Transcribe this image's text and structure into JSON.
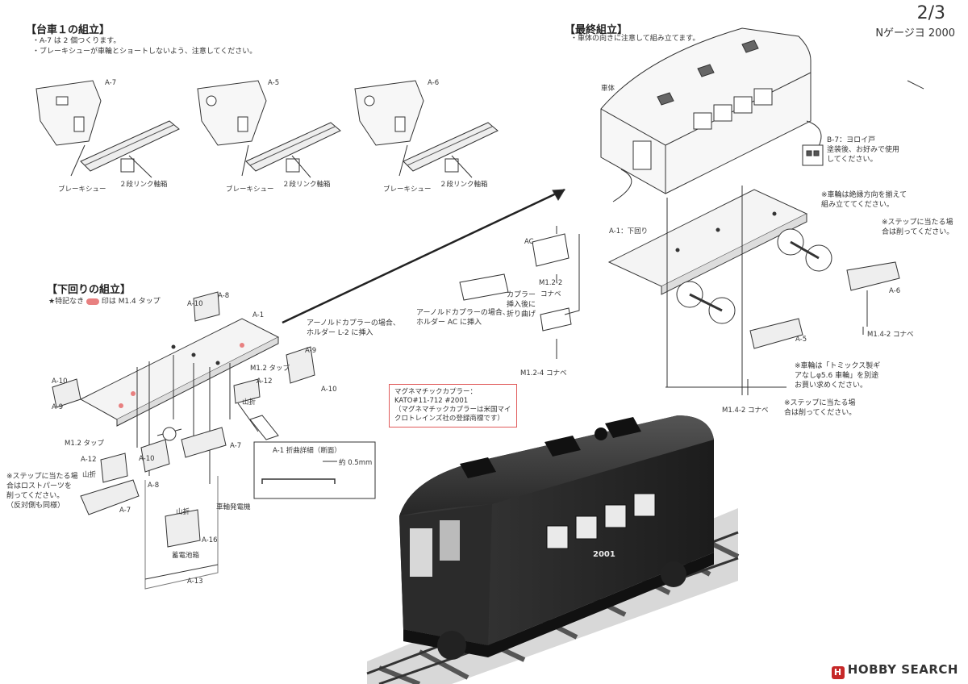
{
  "page": {
    "number": "2/3",
    "model": "Nゲージヨ 2000"
  },
  "bogie_section": {
    "title": "【台車１の組立】",
    "notes": [
      "・A-7 は 2 個つくります。",
      "・ブレーキシューが車輪とショートしないよう、注意してください。"
    ],
    "units": [
      {
        "part": "A-7",
        "brake_label": "ブレーキシュー",
        "axle_label": "２段リンク軸箱"
      },
      {
        "part": "A-5",
        "brake_label": "ブレーキシュー",
        "axle_label": "２段リンク軸箱"
      },
      {
        "part": "A-6",
        "brake_label": "ブレーキシュー",
        "axle_label": "２段リンク軸箱"
      }
    ]
  },
  "underframe_section": {
    "title": "【下回りの組立】",
    "note_prefix": "★特記なき",
    "note_suffix": "印は M1.4 タップ",
    "labels": {
      "a10_top": "A-10",
      "a8_top": "A-8",
      "a1": "A-1",
      "a9_right": "A-9",
      "a10_right": "A-10",
      "a12_right": "A-12",
      "m12_tap_right": "M1.2 タップ",
      "yamaori_right": "山折",
      "a10_left": "A-10",
      "a9_left": "A-9",
      "m12_tap_left": "M1.2 タップ",
      "a12_left": "A-12",
      "yamaori_left": "山折",
      "a10_mid": "A-10",
      "a8_mid": "A-8",
      "a7_right": "A-7",
      "a7_left": "A-7",
      "yamaori_bottom": "山折",
      "a16": "A-16",
      "battery": "蓄電池箱",
      "generator": "車軸発電機",
      "a13": "A-13"
    },
    "arnold_note": [
      "アーノルドカプラーの場合、",
      "ホルダー L-2 に挿入"
    ],
    "step_note_left": [
      "※ステップに当たる場",
      "合はロストパーツを",
      "削ってください。",
      "（反対側も同様）"
    ],
    "detail_title": "A-1 折曲詳細（断面）",
    "detail_dim": "約 0.5mm"
  },
  "final_section": {
    "title": "【最終組立】",
    "note": "・車体の向きに注意して組み立てます。",
    "labels": {
      "body": "車体",
      "a1_under": "A-1：下回り",
      "ac": "AC",
      "m12_2": "M1.2-2",
      "konabe": "コナベ",
      "coupler_fold": [
        "カプラー",
        "挿入後に",
        "折り曲げ"
      ],
      "arnold_ac": [
        "アーノルドカプラーの場合、",
        "ホルダー AC に挿入"
      ],
      "m12_4": "M1.2-4 コナベ",
      "a6": "A-6",
      "a5": "A-5",
      "m14_2_right": "M1.4-2 コナベ",
      "m14_2_bottom": "M1.4-2 コナベ"
    },
    "b7_note": [
      "B-7：ヨロイ戸",
      "塗装後、お好みで使用",
      "してください。"
    ],
    "wheel_dir_note": [
      "※車輪は絶縁方向を揃えて",
      "組み立ててください。"
    ],
    "step_note_right": [
      "※ステップに当たる場",
      "合は削ってください。"
    ],
    "wheel_note": [
      "※車輪は「トミックス製ギ",
      "アなしφ5.6 車輪」を別途",
      "お買い求めください。"
    ],
    "step_note_bottom": [
      "※ステップに当たる場",
      "合は削ってください。"
    ]
  },
  "magne_box": [
    "マグネマチックカプラー：",
    "KATO#11-712 #2001",
    "（マグネマチックカプラーは米国マイ",
    "クロトレインズ社の登録商標です）"
  ],
  "photo": {
    "car_number": "2001"
  },
  "watermark": {
    "logo": "H",
    "text": "HOBBY SEARCH"
  }
}
